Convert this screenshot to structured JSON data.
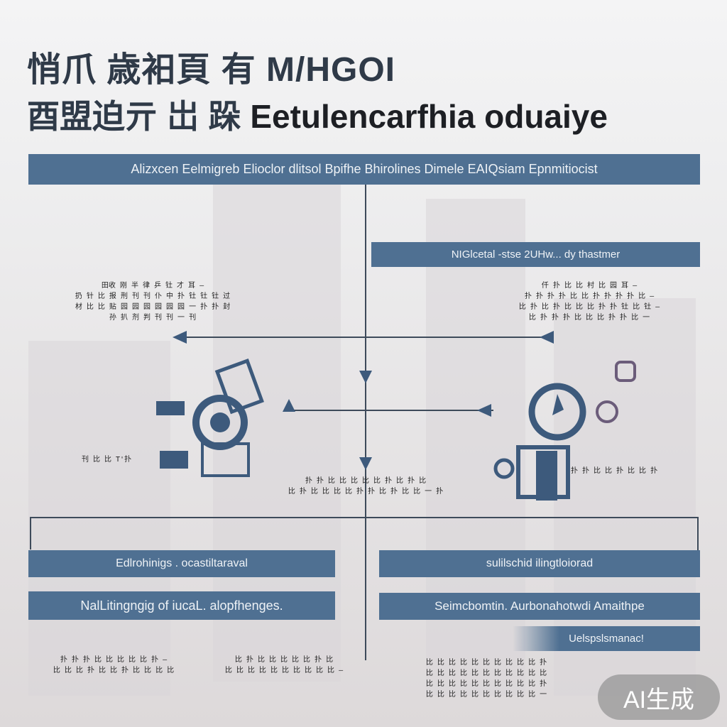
{
  "title": {
    "line1": "悄爪 歳衵頁 有 M/HGOI",
    "line2_cjk": "酉盟迫亓 岀 跺",
    "line2_en": "Eetulencarfhia oduaiye"
  },
  "header_bar": "Alizxcen  Eelmigreb  Elioclor dlitsol  Bpifhe  Bhirolines  Dimele  EAIQsiam  Epnmitiocist",
  "top_right_box": "NIGlcetal -stse 2UHw...  dy thastmer",
  "notes": {
    "left_top": "田收 刚 半 律 乒 钍 才 耳 —\n扔 针 比 报 刑 刊 刊 仆 中 扑 钍 钍 钍 过\n材 比 比 贴 园 园 园 园 园 园 一 扑 扑 封\n孙 扒 剂 判 刊 刊 一 刊",
    "right_top": "仟 扑 比 比 村 比 园 耳 —\n扑 扑 扑 扑 比 比 扑 扑 扑 扑 比 —\n比 扑 比 扑 比 比 比 扑 扑 钍 比 钍 —\n比 扑 扑 扑 比 比 比 扑 扑 比 一",
    "left_mid": "刊 比 比 T'扑",
    "right_mid": "扑 扑 比 比 扑 比 比 扑",
    "center": "扑 扑 比 比 比 比 比 扑 比 扑 比\n比 扑 比 比 比 比 扑 扑 比 扑 比 比 一 扑",
    "bottom_left_a": "扑 扑 扑 比 比 比 比 比 扑 —\n比 比 比 扑 比 比 扑 比 比 比 比",
    "bottom_left_b": "比 扑 比 比 比 比 比 扑 比\n比 比 比 比 比 比 比 比 比 比 —",
    "bottom_right": "比 比 比 比 比 比 比 比 比 比 扑\n比 比 比 比 比 比 比 比 比 比 比\n比 比 比 比 比 比 比 比 比 比 扑\n比 比 比 比 比 比 比 比 比 比 一"
  },
  "left_boxes": [
    "Edlrohinigs . ocastiltaraval",
    "NalLitingngig of iucaL. alopfhenges."
  ],
  "right_boxes": [
    "sulilschid ilingtloiorad",
    "Seimcbomtin. Aurbonahotwdi Amaithpe",
    "Uelspslsmanac!"
  ],
  "watermark": "AI生成",
  "colors": {
    "bar": "#4f7092",
    "title": "#2f3a48",
    "line": "#3d4a5a"
  }
}
